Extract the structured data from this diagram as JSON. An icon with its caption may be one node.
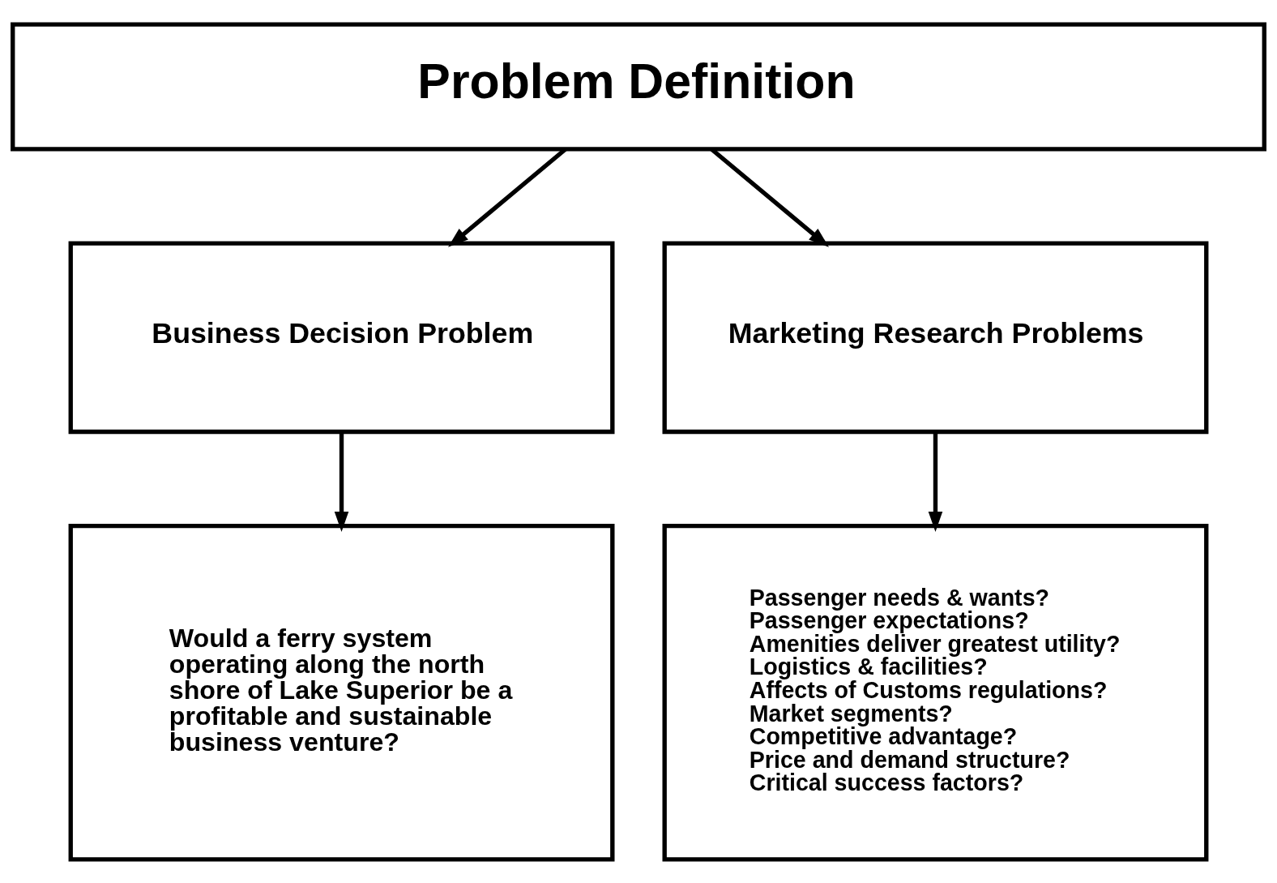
{
  "diagram": {
    "nodes": [
      {
        "text": [
          "Problem Definition"
        ]
      },
      {
        "text": [
          "Business Decision Problem"
        ]
      },
      {
        "text": [
          "Marketing Research Problems"
        ]
      },
      {
        "text": [
          "Would a ferry system operating along the north shore of Lake Superior be a profitable and sustainable business venture?"
        ]
      },
      {
        "text": [
          "Passenger needs & wants?",
          "Passenger expectations?",
          "Amenities deliver greatest utility?",
          "Logistics & facilities?",
          "Affects of Customs regulations?",
          "Market segments?",
          "Competitive advantage?",
          "Price and demand structure?",
          "Critical success factors?"
        ]
      }
    ],
    "edges": [
      {
        "from": 0,
        "to": 1,
        "arrow": "to"
      },
      {
        "from": 0,
        "to": 2,
        "arrow": "to"
      },
      {
        "from": 1,
        "to": 3,
        "arrow": "to"
      },
      {
        "from": 2,
        "to": 4,
        "arrow": "to"
      }
    ]
  }
}
